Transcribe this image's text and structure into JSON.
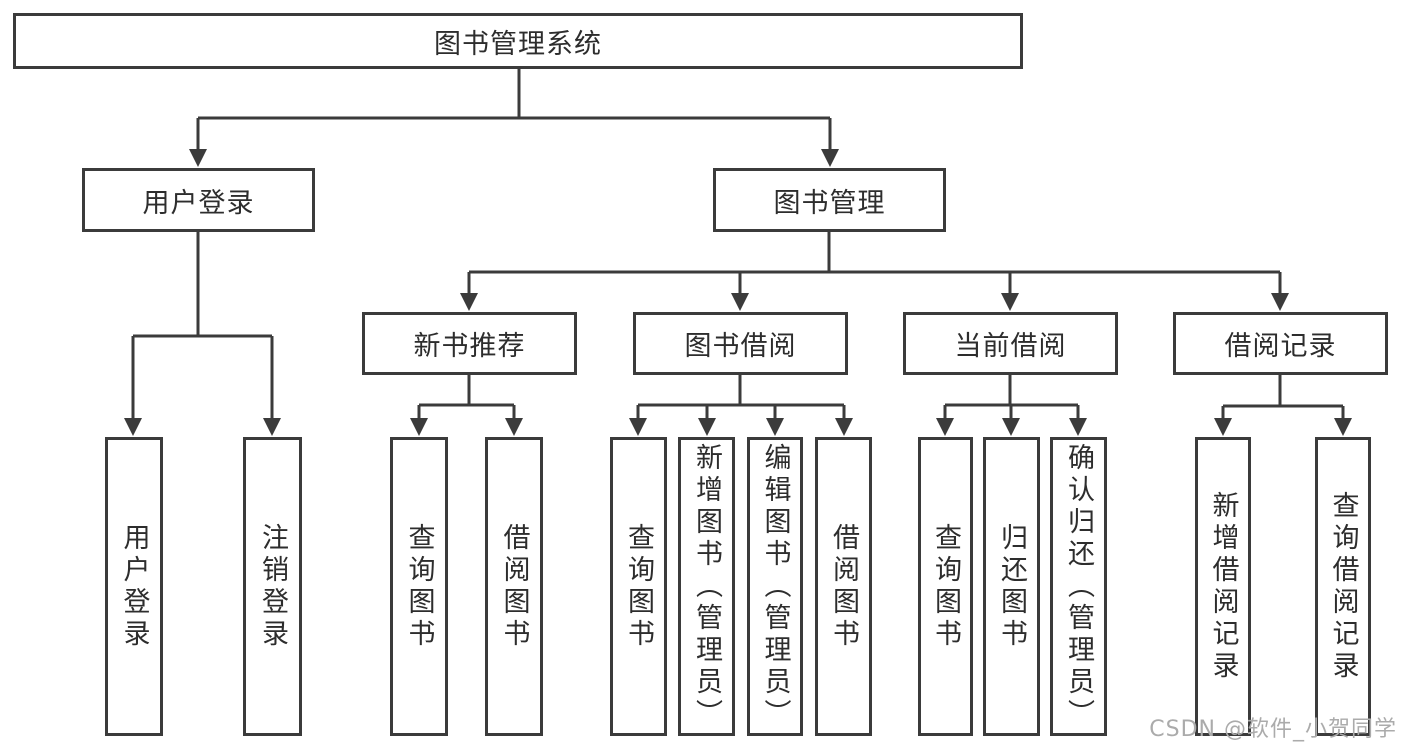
{
  "diagram_title": "图书管理系统",
  "nodes": {
    "system": {
      "label": "图书管理系统"
    },
    "user_login": {
      "label": "用户登录"
    },
    "book_management": {
      "label": "图书管理"
    },
    "new_book_recommend": {
      "label": "新书推荐"
    },
    "book_borrowing": {
      "label": "图书借阅"
    },
    "current_borrowing": {
      "label": "当前借阅"
    },
    "borrowing_records": {
      "label": "借阅记录"
    },
    "leaves": {
      "user_login": {
        "label": "用户登录"
      },
      "logout": {
        "label": "注销登录"
      },
      "recommend_query_books": {
        "label": "查询图书"
      },
      "recommend_borrow_books": {
        "label": "借阅图书"
      },
      "borrowing_query_books": {
        "label": "查询图书"
      },
      "borrowing_add_books_admin": {
        "label": "新增图书（管理员）"
      },
      "borrowing_edit_books_admin": {
        "label": "编辑图书（管理员）"
      },
      "borrowing_borrow_books": {
        "label": "借阅图书"
      },
      "current_query_books": {
        "label": "查询图书"
      },
      "current_return_books": {
        "label": "归还图书"
      },
      "current_confirm_return_admin": {
        "label": "确认归还（管理员）"
      },
      "records_add_record": {
        "label": "新增借阅记录"
      },
      "records_query_record": {
        "label": "查询借阅记录"
      }
    }
  },
  "watermark": {
    "text": "CSDN @软件_小贺同学"
  },
  "colors": {
    "line": "#3b3b3b",
    "text": "#2d2d2d",
    "box_background": "#ffffff",
    "watermark": "#ababab"
  }
}
